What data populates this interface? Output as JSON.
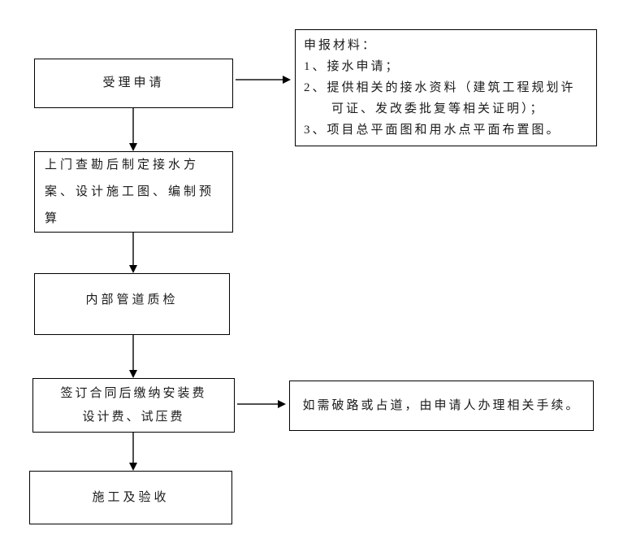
{
  "diagram": {
    "type": "flowchart",
    "background": "#ffffff",
    "box_border_color": "#000000",
    "arrow_shaft_color": "#4f4f4f",
    "arrowhead_color": "#000000",
    "text_color": "#1a1a1a",
    "nodes": {
      "accept": {
        "label": "受理申请"
      },
      "survey": {
        "label": "上门查勘后制定接水方\n案、设计施工图、编制预\n算"
      },
      "inspection": {
        "label": "内部管道质检"
      },
      "contract": {
        "label": "签订合同后缴纳安装费\n设计费、试压费"
      },
      "construction": {
        "label": "施工及验收"
      },
      "materials": {
        "lines": [
          "申报材料：",
          "1、接水申请；",
          "2、提供相关的接水资料（建筑工程规划许",
          "可证、发改委批复等相关证明）；",
          "3、项目总平面图和用水点平面布置图。"
        ]
      },
      "roadwork": {
        "label": "如需破路或占道，由申请人办理相关手续。"
      }
    },
    "edges": [
      {
        "from": "accept",
        "to": "survey",
        "direction": "down"
      },
      {
        "from": "survey",
        "to": "inspection",
        "direction": "down"
      },
      {
        "from": "inspection",
        "to": "contract",
        "direction": "down"
      },
      {
        "from": "contract",
        "to": "construction",
        "direction": "down"
      },
      {
        "from": "accept",
        "to": "materials",
        "direction": "right"
      },
      {
        "from": "contract",
        "to": "roadwork",
        "direction": "right"
      }
    ]
  }
}
